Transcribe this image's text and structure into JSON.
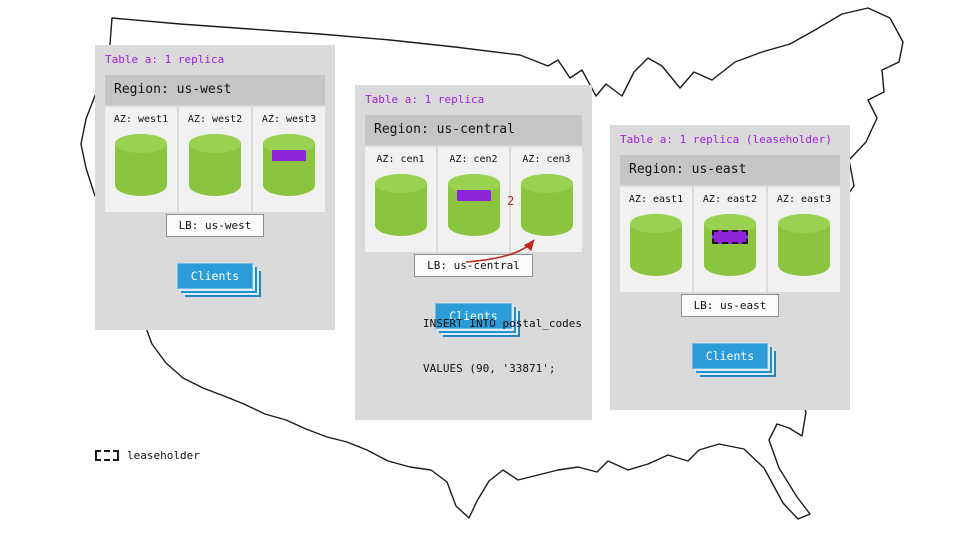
{
  "regions": [
    {
      "id": "us-west",
      "table_label": "Table a: 1 replica",
      "region_label": "Region: us-west",
      "azs": [
        {
          "label": "AZ: west1",
          "replica": false,
          "leaseholder": false
        },
        {
          "label": "AZ: west2",
          "replica": false,
          "leaseholder": false
        },
        {
          "label": "AZ: west3",
          "replica": true,
          "leaseholder": false
        }
      ],
      "lb_label": "LB: us-west",
      "clients_label": "Clients"
    },
    {
      "id": "us-central",
      "table_label": "Table a: 1 replica",
      "region_label": "Region: us-central",
      "azs": [
        {
          "label": "AZ: cen1",
          "replica": false,
          "leaseholder": false
        },
        {
          "label": "AZ: cen2",
          "replica": true,
          "leaseholder": false
        },
        {
          "label": "AZ: cen3",
          "replica": false,
          "leaseholder": false
        }
      ],
      "lb_label": "LB: us-central",
      "clients_label": "Clients",
      "annotation_step": "2",
      "sql_lines": [
        "INSERT INTO postal_codes",
        "VALUES (90, '33871';"
      ]
    },
    {
      "id": "us-east",
      "table_label": "Table a: 1 replica (leaseholder)",
      "region_label": "Region: us-east",
      "azs": [
        {
          "label": "AZ: east1",
          "replica": false,
          "leaseholder": false
        },
        {
          "label": "AZ: east2",
          "replica": true,
          "leaseholder": true
        },
        {
          "label": "AZ: east3",
          "replica": false,
          "leaseholder": false
        }
      ],
      "lb_label": "LB: us-east",
      "clients_label": "Clients"
    }
  ],
  "legend": {
    "label": "leaseholder"
  },
  "colors": {
    "replica_purple": "#8e24d8",
    "header_purple": "#a021d9",
    "cylinder_green": "#8bc53f",
    "clients_blue": "#2b9cd8",
    "annotation_red": "#c0281e",
    "panel_gray": "#dadada",
    "region_header_gray": "#c5c5c5"
  }
}
